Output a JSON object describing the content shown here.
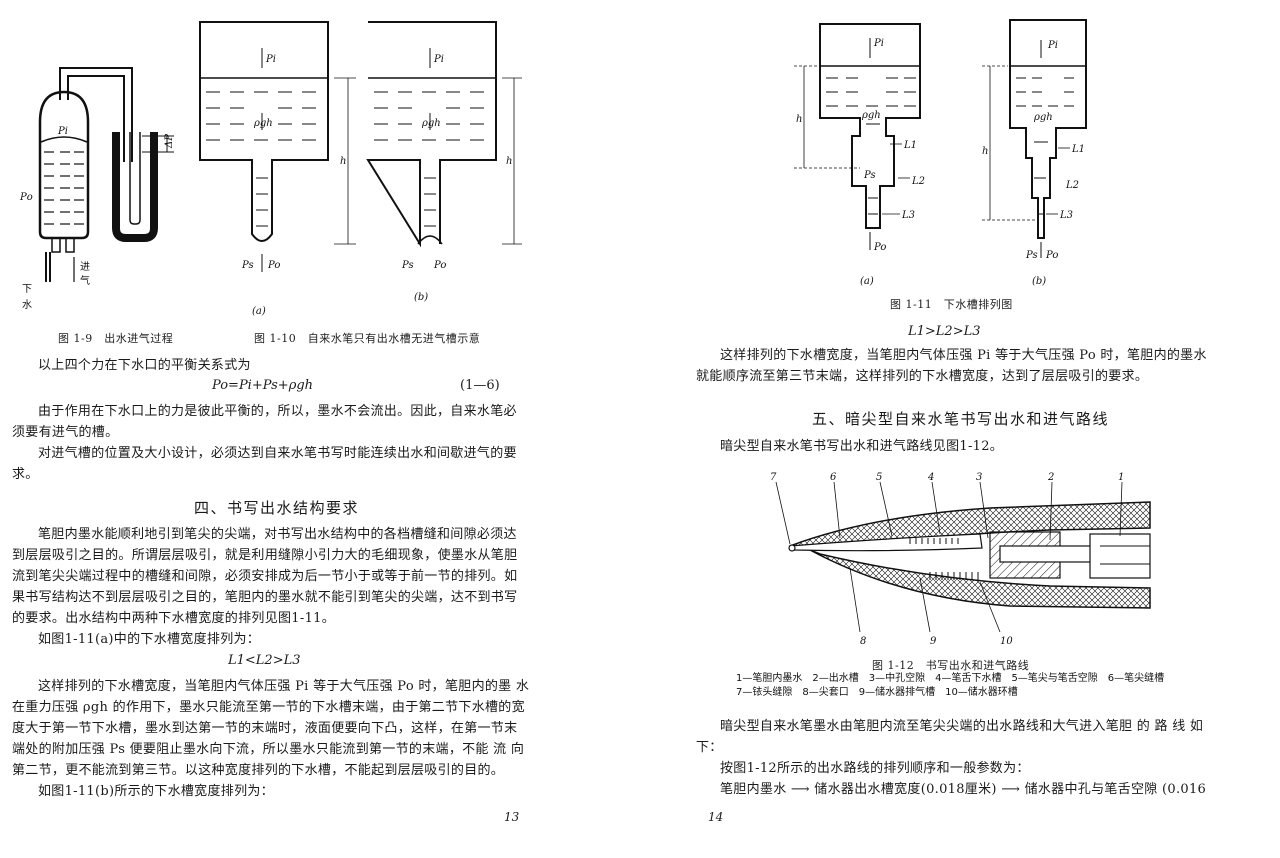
{
  "left": {
    "fig19_caption": "图 1-9　出水进气过程",
    "fig110_caption": "图 1-10　自来水笔只有出水槽无进气槽示意",
    "fig19_labels": {
      "pi": "Pi",
      "po": "Pο",
      "dp": "ΔP",
      "jin": "进",
      "qi": "气",
      "xia": "下",
      "shui": "水"
    },
    "fig110_labels": {
      "pi": "Pi",
      "pgh": "ρgh",
      "h": "h",
      "ps": "Ps",
      "po": "Po",
      "a": "(a)",
      "b": "(b)"
    },
    "para1": "以上四个力在下水口的平衡关系式为",
    "formula1": "Po=Pi+Ps+ρgh",
    "formula1_num": "(1—6)",
    "para2_l1": "由于作用在下水口上的力是彼此平衡的，所以，墨水不会流出。因此，自来水笔必",
    "para2_l2": "须要有进气的槽。",
    "para3_l1": "对进气槽的位置及大小设计，必须达到自来水笔书写时能连续出水和间歇进气的要",
    "para3_l2": "求。",
    "heading4": "四、书写出水结构要求",
    "para4_l1": "笔胆内墨水能顺利地引到笔尖的尖端，对书写出水结构中的各档槽缝和间隙必须达",
    "para4_l2": "到层层吸引之目的。所谓层层吸引，就是利用缝隙小引力大的毛细现象，使墨水从笔胆",
    "para4_l3": "流到笔尖尖端过程中的槽缝和间隙，必须安排成为后一节小于或等于前一节的排列。如",
    "para4_l4": "果书写结构达不到层层吸引之目的，笔胆内的墨水就不能引到笔尖的尖端，达不到书写",
    "para4_l5": "的要求。出水结构中两种下水槽宽度的排列见图1-11。",
    "para5": "如图1-11(a)中的下水槽宽度排列为：",
    "formula2": "L1<L2>L3",
    "para6_l1": "这样排列的下水槽宽度，当笔胆内气体压强 Pi 等于大气压强 Po 时，笔胆内的墨 水",
    "para6_l2": "在重力压强 ρgh 的作用下，墨水只能流至第一节的下水槽末端，由于第二节下水槽的宽",
    "para6_l3": "度大于第一节下水槽，墨水到达第一节的末端时，液面便要向下凸，这样，在第一节末",
    "para6_l4": "端处的附加压强 Ps 便要阻止墨水向下流，所以墨水只能流到第一节的末端，不能 流 向",
    "para6_l5": "第二节，更不能流到第三节。以这种宽度排列的下水槽，不能起到层层吸引的目的。",
    "para7": "如图1-11(b)所示的下水槽宽度排列为：",
    "page_number": "13"
  },
  "right": {
    "fig111_labels": {
      "pi": "Pi",
      "pgh": "ρgh",
      "h": "h",
      "l1": "L1",
      "l2": "L2",
      "l3": "L3",
      "ps": "Ps",
      "po": "Po",
      "a": "(a)",
      "b": "(b)"
    },
    "fig111_caption": "图 1-11　下水槽排列图",
    "formula3": "L1>L2>L3",
    "para8_l1": "这样排列的下水槽宽度，当笔胆内气体压强 Pi 等于大气压强 Po 时，笔胆内的墨水",
    "para8_l2": "就能顺序流至第三节末端，这样排列的下水槽宽度，达到了层层吸引的要求。",
    "heading5": "五、暗尖型自来水笔书写出水和进气路线",
    "para9": "暗尖型自来水笔书写出水和进气路线见图1-12。",
    "fig112_numbers": [
      "7",
      "6",
      "5",
      "4",
      "3",
      "2",
      "1",
      "8",
      "9",
      "10"
    ],
    "fig112_caption": "图 1-12　书写出水和进气路线",
    "legend_l1": "1—笔胆内墨水　2—出水槽　3—中孔空隙　4—笔舌下水槽　5—笔尖与笔舌空隙　6—笔尖缝槽",
    "legend_l2": "7—铱头缝隙　8—尖套口　9—储水器排气槽　10—储水器环槽",
    "para10_l1": "暗尖型自来水笔墨水由笔胆内流至笔尖尖端的出水路线和大气进入笔胆 的 路 线 如",
    "para10_l2": "下：",
    "para11": "按图1-12所示的出水路线的排列顺序和一般参数为：",
    "para12": "笔胆内墨水 ⟶ 储水器出水槽宽度(0.018厘米) ⟶ 储水器中孔与笔舌空隙 (0.016",
    "page_number": "14"
  },
  "colors": {
    "ink": "#1a1a1a",
    "paper": "#ffffff"
  }
}
